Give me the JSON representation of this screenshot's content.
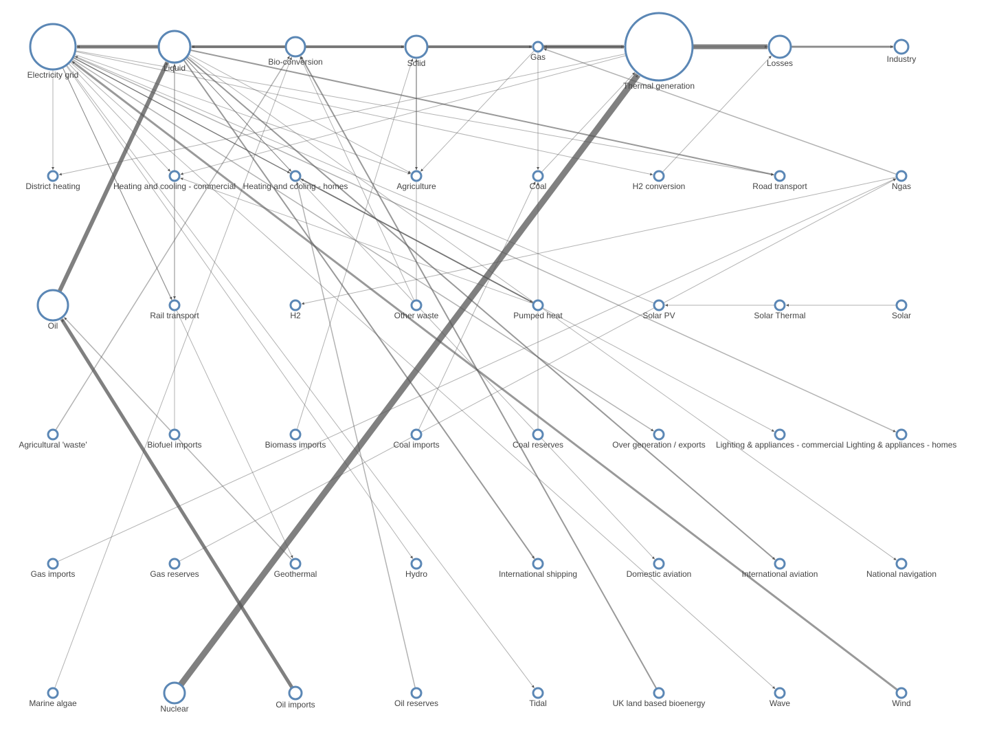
{
  "nodes": [
    {
      "id": "electricity_grid",
      "label": "Electricity grid"
    },
    {
      "id": "liquid",
      "label": "Liquid"
    },
    {
      "id": "bio_conversion",
      "label": "Bio-conversion"
    },
    {
      "id": "solid",
      "label": "Solid"
    },
    {
      "id": "gas",
      "label": "Gas"
    },
    {
      "id": "thermal_generation",
      "label": "Thermal generation"
    },
    {
      "id": "losses",
      "label": "Losses"
    },
    {
      "id": "industry",
      "label": "Industry"
    },
    {
      "id": "district_heating",
      "label": "District heating"
    },
    {
      "id": "heating_commercial",
      "label": "Heating and cooling - commercial"
    },
    {
      "id": "heating_homes",
      "label": "Heating and cooling - homes"
    },
    {
      "id": "agriculture",
      "label": "Agriculture"
    },
    {
      "id": "coal",
      "label": "Coal"
    },
    {
      "id": "h2_conversion",
      "label": "H2 conversion"
    },
    {
      "id": "road_transport",
      "label": "Road transport"
    },
    {
      "id": "ngas",
      "label": "Ngas"
    },
    {
      "id": "oil",
      "label": "Oil"
    },
    {
      "id": "rail_transport",
      "label": "Rail transport"
    },
    {
      "id": "h2",
      "label": "H2"
    },
    {
      "id": "other_waste",
      "label": "Other waste"
    },
    {
      "id": "pumped_heat",
      "label": "Pumped heat"
    },
    {
      "id": "solar_pv",
      "label": "Solar PV"
    },
    {
      "id": "solar_thermal",
      "label": "Solar Thermal"
    },
    {
      "id": "solar",
      "label": "Solar"
    },
    {
      "id": "agricultural_waste",
      "label": "Agricultural 'waste'"
    },
    {
      "id": "biofuel_imports",
      "label": "Biofuel imports"
    },
    {
      "id": "biomass_imports",
      "label": "Biomass imports"
    },
    {
      "id": "coal_imports",
      "label": "Coal imports"
    },
    {
      "id": "coal_reserves",
      "label": "Coal reserves"
    },
    {
      "id": "over_generation",
      "label": "Over generation / exports"
    },
    {
      "id": "lighting_commercial",
      "label": "Lighting & appliances - commercial"
    },
    {
      "id": "lighting_homes",
      "label": "Lighting & appliances - homes"
    },
    {
      "id": "gas_imports",
      "label": "Gas imports"
    },
    {
      "id": "gas_reserves",
      "label": "Gas reserves"
    },
    {
      "id": "geothermal",
      "label": "Geothermal"
    },
    {
      "id": "hydro",
      "label": "Hydro"
    },
    {
      "id": "international_shipping",
      "label": "International shipping"
    },
    {
      "id": "domestic_aviation",
      "label": "Domestic aviation"
    },
    {
      "id": "international_aviation",
      "label": "International aviation"
    },
    {
      "id": "national_navigation",
      "label": "National navigation"
    },
    {
      "id": "marine_algae",
      "label": "Marine algae"
    },
    {
      "id": "nuclear",
      "label": "Nuclear"
    },
    {
      "id": "oil_imports",
      "label": "Oil imports"
    },
    {
      "id": "oil_reserves",
      "label": "Oil reserves"
    },
    {
      "id": "tidal",
      "label": "Tidal"
    },
    {
      "id": "uk_land_bioenergy",
      "label": "UK land based bioenergy"
    },
    {
      "id": "wave",
      "label": "Wave"
    },
    {
      "id": "wind",
      "label": "Wind"
    }
  ],
  "links": [
    {
      "source": "liquid",
      "target": "electricity_grid",
      "value": 5
    },
    {
      "source": "bio_conversion",
      "target": "liquid",
      "value": 4
    },
    {
      "source": "bio_conversion",
      "target": "solid",
      "value": 4
    },
    {
      "source": "solid",
      "target": "gas",
      "value": 4
    },
    {
      "source": "gas",
      "target": "thermal_generation",
      "value": 5
    },
    {
      "source": "thermal_generation",
      "target": "losses",
      "value": 7
    },
    {
      "source": "losses",
      "target": "industry",
      "value": 3
    },
    {
      "source": "thermal_generation",
      "target": "gas",
      "value": 2
    },
    {
      "source": "oil",
      "target": "liquid",
      "value": 6
    },
    {
      "source": "nuclear",
      "target": "thermal_generation",
      "value": 9
    },
    {
      "source": "oil_imports",
      "target": "oil",
      "value": 5
    },
    {
      "source": "wind",
      "target": "electricity_grid",
      "value": 3
    },
    {
      "source": "coal_reserves",
      "target": "coal",
      "value": 1
    },
    {
      "source": "coal_imports",
      "target": "coal",
      "value": 1
    },
    {
      "source": "coal",
      "target": "thermal_generation",
      "value": 1
    },
    {
      "source": "solar",
      "target": "solar_thermal",
      "value": 1
    },
    {
      "source": "solar_thermal",
      "target": "solar_pv",
      "value": 1
    },
    {
      "source": "solar_pv",
      "target": "electricity_grid",
      "value": 1
    },
    {
      "source": "ngas",
      "target": "gas",
      "value": 1.5
    },
    {
      "source": "gas_imports",
      "target": "ngas",
      "value": 1
    },
    {
      "source": "gas_reserves",
      "target": "ngas",
      "value": 1
    },
    {
      "source": "electricity_grid",
      "target": "district_heating",
      "value": 1
    },
    {
      "source": "electricity_grid",
      "target": "heating_commercial",
      "value": 1
    },
    {
      "source": "electricity_grid",
      "target": "heating_homes",
      "value": 1.5
    },
    {
      "source": "electricity_grid",
      "target": "agriculture",
      "value": 1
    },
    {
      "source": "electricity_grid",
      "target": "rail_transport",
      "value": 1
    },
    {
      "source": "electricity_grid",
      "target": "h2_conversion",
      "value": 1
    },
    {
      "source": "electricity_grid",
      "target": "road_transport",
      "value": 1
    },
    {
      "source": "electricity_grid",
      "target": "over_generation",
      "value": 1.5
    },
    {
      "source": "electricity_grid",
      "target": "lighting_commercial",
      "value": 1
    },
    {
      "source": "electricity_grid",
      "target": "lighting_homes",
      "value": 1.5
    },
    {
      "source": "electricity_grid",
      "target": "industry",
      "value": 1
    },
    {
      "source": "electricity_grid",
      "target": "pumped_heat",
      "value": 1
    },
    {
      "source": "electricity_grid",
      "target": "hydro",
      "value": 1
    },
    {
      "source": "electricity_grid",
      "target": "tidal",
      "value": 1
    },
    {
      "source": "electricity_grid",
      "target": "wave",
      "value": 1
    },
    {
      "source": "electricity_grid",
      "target": "geothermal",
      "value": 1
    },
    {
      "source": "liquid",
      "target": "rail_transport",
      "value": 1
    },
    {
      "source": "liquid",
      "target": "road_transport",
      "value": 2
    },
    {
      "source": "liquid",
      "target": "agriculture",
      "value": 1
    },
    {
      "source": "liquid",
      "target": "international_shipping",
      "value": 2
    },
    {
      "source": "liquid",
      "target": "international_aviation",
      "value": 2
    },
    {
      "source": "liquid",
      "target": "domestic_aviation",
      "value": 1
    },
    {
      "source": "liquid",
      "target": "national_navigation",
      "value": 1
    },
    {
      "source": "solid",
      "target": "agriculture",
      "value": 1.5
    },
    {
      "source": "gas",
      "target": "agriculture",
      "value": 1
    },
    {
      "source": "thermal_generation",
      "target": "district_heating",
      "value": 1
    },
    {
      "source": "thermal_generation",
      "target": "heating_commercial",
      "value": 1
    },
    {
      "source": "pumped_heat",
      "target": "heating_homes",
      "value": 2
    },
    {
      "source": "pumped_heat",
      "target": "heating_commercial",
      "value": 1
    },
    {
      "source": "h2_conversion",
      "target": "losses",
      "value": 1
    },
    {
      "source": "ngas",
      "target": "h2",
      "value": 1
    },
    {
      "source": "agricultural_waste",
      "target": "bio_conversion",
      "value": 1.5
    },
    {
      "source": "biofuel_imports",
      "target": "liquid",
      "value": 1
    },
    {
      "source": "biomass_imports",
      "target": "solid",
      "value": 1
    },
    {
      "source": "marine_algae",
      "target": "bio_conversion",
      "value": 1
    },
    {
      "source": "uk_land_bioenergy",
      "target": "bio_conversion",
      "value": 2
    },
    {
      "source": "other_waste",
      "target": "bio_conversion",
      "value": 1
    },
    {
      "source": "other_waste",
      "target": "solid",
      "value": 1
    },
    {
      "source": "geothermal",
      "target": "oil",
      "value": 1.5
    },
    {
      "source": "oil_reserves",
      "target": "heating_homes",
      "value": 1.5
    },
    {
      "source": "gas",
      "target": "coal",
      "value": 1
    },
    {
      "source": "liquid",
      "target": "heating_homes",
      "value": 1
    }
  ]
}
